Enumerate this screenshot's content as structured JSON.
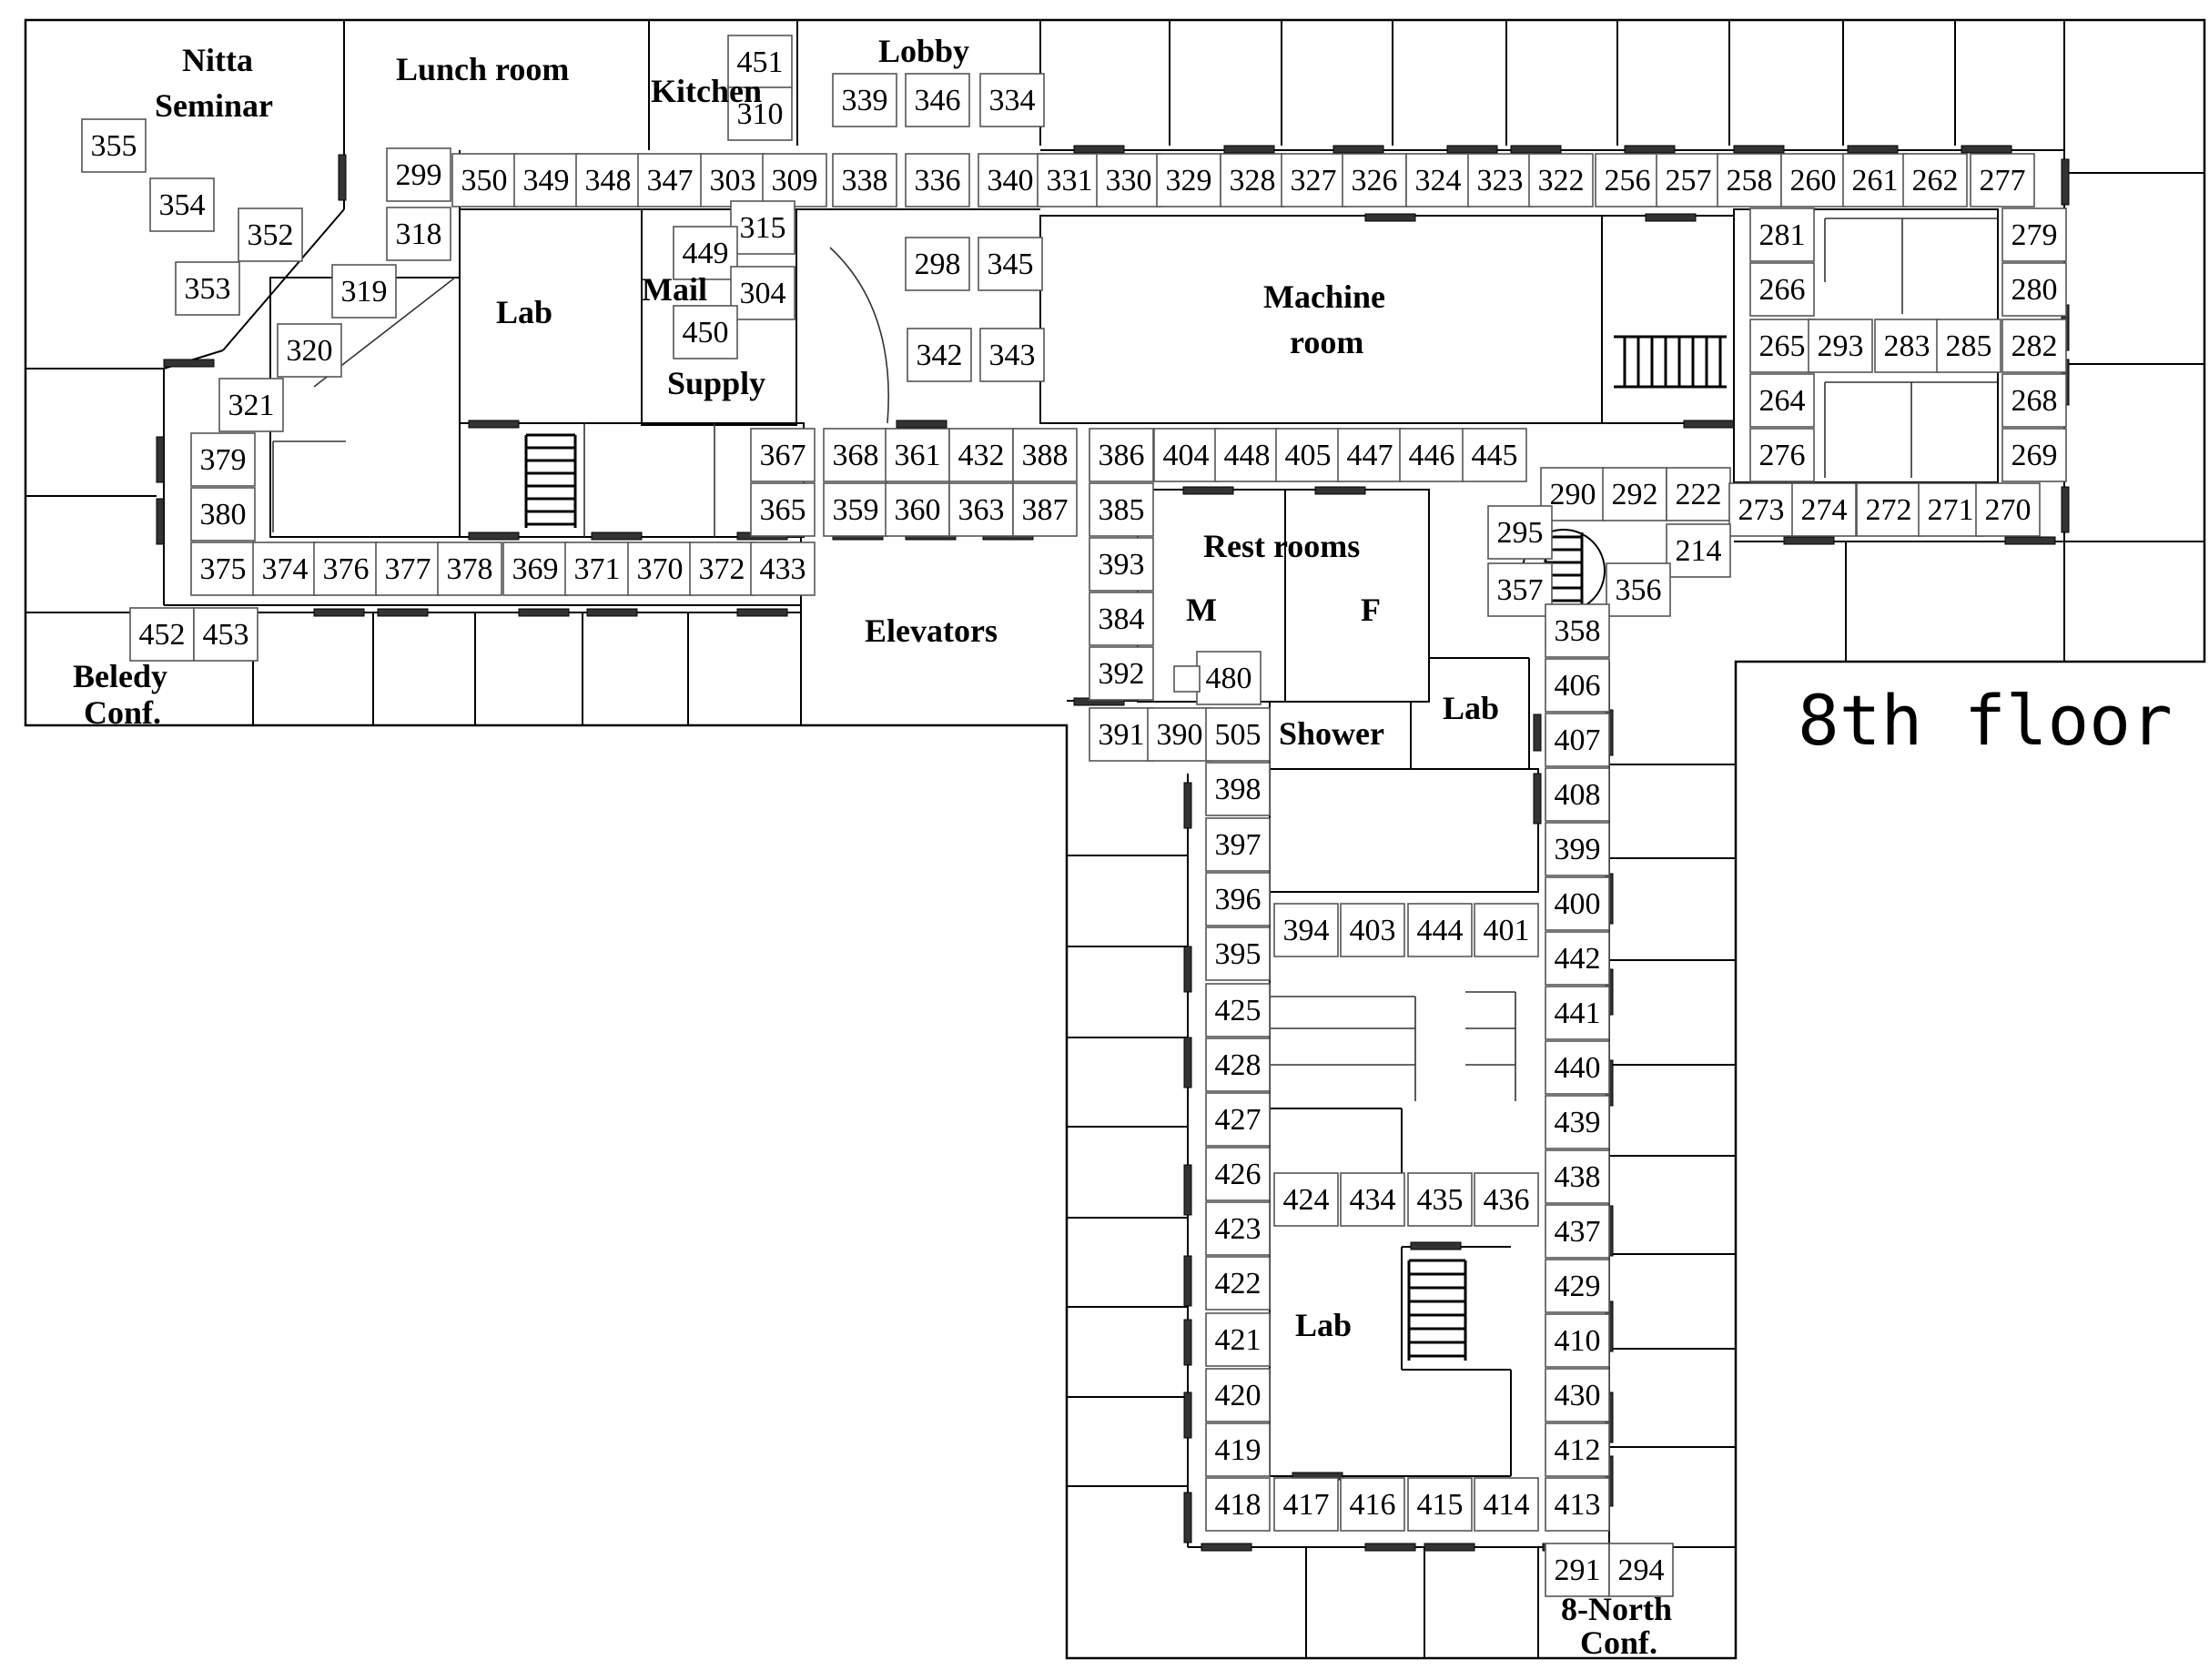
{
  "title": "8th floor",
  "room_labels": {
    "nitta": "Nitta",
    "seminar": "Seminar",
    "lunch_room": "Lunch room",
    "kitchen": "Kitchen",
    "lobby": "Lobby",
    "lab_west": "Lab",
    "mail": "Mail",
    "supply": "Supply",
    "machine": "Machine",
    "machine_room": "room",
    "elevators": "Elevators",
    "rest_rooms": "Rest rooms",
    "men": "M",
    "women": "F",
    "lab_east": "Lab",
    "shower": "Shower",
    "beledy": "Beledy",
    "beledy_conf": "Conf.",
    "lab_south": "Lab",
    "north8": "8-North",
    "north8_conf": "Conf."
  },
  "spot_numbers": [
    "355",
    "354",
    "352",
    "353",
    "299",
    "318",
    "319",
    "320",
    "321",
    "451",
    "310",
    "339",
    "346",
    "334",
    "350",
    "349",
    "348",
    "347",
    "303",
    "309",
    "338",
    "336",
    "340",
    "331",
    "330",
    "329",
    "328",
    "327",
    "326",
    "324",
    "323",
    "322",
    "256",
    "257",
    "258",
    "260",
    "261",
    "262",
    "277",
    "315",
    "449",
    "304",
    "450",
    "298",
    "345",
    "342",
    "343",
    "281",
    "266",
    "265",
    "293",
    "283",
    "285",
    "282",
    "264",
    "268",
    "276",
    "269",
    "279",
    "280",
    "379",
    "380",
    "375",
    "374",
    "376",
    "377",
    "378",
    "369",
    "371",
    "370",
    "372",
    "433",
    "452",
    "453",
    "367",
    "368",
    "361",
    "432",
    "388",
    "386",
    "404",
    "448",
    "405",
    "447",
    "446",
    "445",
    "365",
    "359",
    "360",
    "363",
    "387",
    "385",
    "393",
    "384",
    "392",
    "480",
    "290",
    "292",
    "222",
    "273",
    "274",
    "272",
    "271",
    "270",
    "214",
    "295",
    "357",
    "356",
    "358",
    "406",
    "407",
    "408",
    "399",
    "400",
    "442",
    "441",
    "440",
    "439",
    "438",
    "437",
    "429",
    "410",
    "430",
    "412",
    "413",
    "391",
    "390",
    "505",
    "398",
    "397",
    "396",
    "395",
    "425",
    "428",
    "427",
    "426",
    "423",
    "422",
    "421",
    "420",
    "419",
    "418",
    "394",
    "403",
    "444",
    "401",
    "424",
    "434",
    "435",
    "436",
    "417",
    "416",
    "415",
    "414",
    "291",
    "294"
  ]
}
